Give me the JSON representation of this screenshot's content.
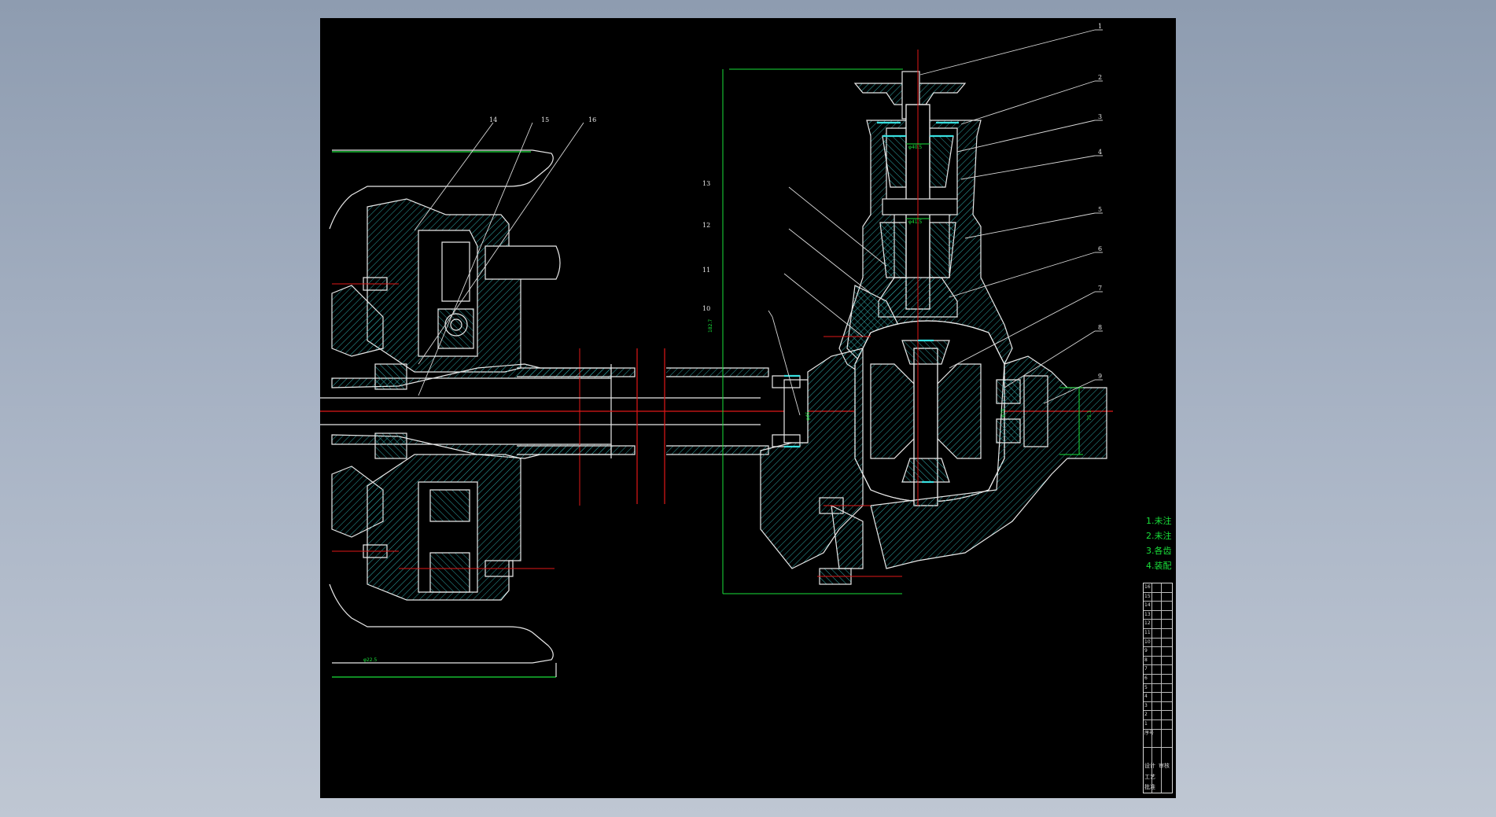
{
  "drawing": {
    "balloons": [
      "1",
      "2",
      "3",
      "4",
      "5",
      "6",
      "7",
      "8",
      "9",
      "10",
      "11",
      "12",
      "13",
      "14",
      "15",
      "16"
    ],
    "dimensions": {
      "wheel_span": "φ22.5",
      "pinion_dia": "φ40.5",
      "pinion_shaft": "φ41.5",
      "overall_height": "182.7",
      "half_shaft": "φ45",
      "housing_bore": "φ70",
      "bearing_bore": "75.1"
    },
    "notes": [
      "1.未注",
      "2.未注",
      "3.各齿",
      "4.装配"
    ],
    "colors": {
      "background": "#000000",
      "outline": "#ffffff",
      "hatch": "#3fbfbf",
      "centerline": "#e01818",
      "dimension": "#19e03a",
      "leader": "#ffffff"
    }
  },
  "title_block": {
    "rows": [
      "16",
      "15",
      "14",
      "13",
      "12",
      "11",
      "10",
      "9",
      "8",
      "7",
      "6",
      "5",
      "4",
      "3",
      "2",
      "1"
    ],
    "header": "序号",
    "cells": [
      "设计",
      "审核",
      "工艺",
      "批准"
    ]
  }
}
